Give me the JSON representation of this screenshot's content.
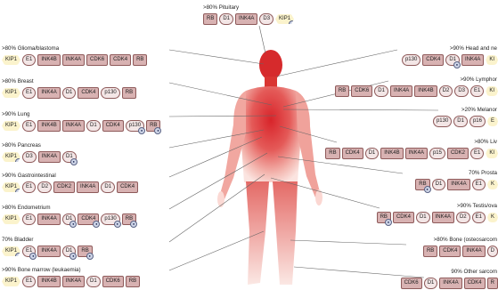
{
  "groups": [
    {
      "id": "pituitary",
      "label": ">80% Pituitary",
      "side": "top",
      "items": [
        {
          "t": "RB",
          "s": "sq"
        },
        {
          "t": "D1",
          "s": "oval"
        },
        {
          "t": "INK4A",
          "s": "sq"
        },
        {
          "t": "D3",
          "s": "oval"
        },
        {
          "t": "KIP1",
          "s": "hex",
          "m": true
        }
      ]
    },
    {
      "id": "glioma",
      "label": ">80% Glioma/blastoma",
      "side": "left",
      "items": [
        {
          "t": "KIP1",
          "s": "hex"
        },
        {
          "t": "E1",
          "s": "oval"
        },
        {
          "t": "INK4B",
          "s": "sq"
        },
        {
          "t": "INK4A",
          "s": "sq"
        },
        {
          "t": "CDK6",
          "s": "sq"
        },
        {
          "t": "CDK4",
          "s": "sq"
        },
        {
          "t": "RB",
          "s": "sq"
        }
      ]
    },
    {
      "id": "breast",
      "label": ">80% Breast",
      "side": "left",
      "items": [
        {
          "t": "KIP1",
          "s": "hex"
        },
        {
          "t": "E1",
          "s": "oval"
        },
        {
          "t": "INK4A",
          "s": "sq"
        },
        {
          "t": "D1",
          "s": "oval"
        },
        {
          "t": "CDK4",
          "s": "sq"
        },
        {
          "t": "p130",
          "s": "oval"
        },
        {
          "t": "RB",
          "s": "sq"
        }
      ]
    },
    {
      "id": "lung",
      "label": ">90% Lung",
      "side": "left",
      "items": [
        {
          "t": "KIP1",
          "s": "hex"
        },
        {
          "t": "E1",
          "s": "oval"
        },
        {
          "t": "INK4B",
          "s": "sq"
        },
        {
          "t": "INK4A",
          "s": "sq"
        },
        {
          "t": "D1",
          "s": "oval"
        },
        {
          "t": "CDK4",
          "s": "sq"
        },
        {
          "t": "p130",
          "s": "oval",
          "m": true
        },
        {
          "t": "RB",
          "s": "sq",
          "m": true
        }
      ]
    },
    {
      "id": "pancreas",
      "label": ">80% Pancreas",
      "side": "left",
      "items": [
        {
          "t": "KIP1",
          "s": "hex",
          "m": true
        },
        {
          "t": "D3",
          "s": "oval"
        },
        {
          "t": "INK4A",
          "s": "sq"
        },
        {
          "t": "D1",
          "s": "oval",
          "m": true
        }
      ]
    },
    {
      "id": "gi",
      "label": ">90% Gastrointestinal",
      "side": "left",
      "items": [
        {
          "t": "KIP1",
          "s": "hex",
          "m": true
        },
        {
          "t": "E1",
          "s": "oval"
        },
        {
          "t": "D2",
          "s": "oval"
        },
        {
          "t": "CDK2",
          "s": "sq"
        },
        {
          "t": "INK4A",
          "s": "sq"
        },
        {
          "t": "D1",
          "s": "oval"
        },
        {
          "t": "CDK4",
          "s": "sq"
        }
      ]
    },
    {
      "id": "endometrium",
      "label": ">80% Endometrium",
      "side": "left",
      "items": [
        {
          "t": "KIP1",
          "s": "hex"
        },
        {
          "t": "E1",
          "s": "oval"
        },
        {
          "t": "INK4A",
          "s": "sq"
        },
        {
          "t": "D1",
          "s": "oval",
          "m": true
        },
        {
          "t": "CDK4",
          "s": "sq",
          "m": true
        },
        {
          "t": "p130",
          "s": "oval",
          "m": true
        },
        {
          "t": "RB",
          "s": "sq",
          "m": true
        }
      ]
    },
    {
      "id": "bladder",
      "label": "70% Bladder",
      "side": "left",
      "items": [
        {
          "t": "KIP1",
          "s": "hex",
          "m": true
        },
        {
          "t": "E1",
          "s": "oval",
          "m": true
        },
        {
          "t": "INK4A",
          "s": "sq"
        },
        {
          "t": "D1",
          "s": "oval",
          "m": true
        },
        {
          "t": "RB",
          "s": "sq",
          "m": true
        }
      ]
    },
    {
      "id": "marrow",
      "label": ">90% Bone marrow (leukaemia)",
      "side": "left",
      "items": [
        {
          "t": "KIP1",
          "s": "hex"
        },
        {
          "t": "E1",
          "s": "oval"
        },
        {
          "t": "INK4B",
          "s": "sq"
        },
        {
          "t": "INK4A",
          "s": "sq"
        },
        {
          "t": "D1",
          "s": "oval"
        },
        {
          "t": "CDK6",
          "s": "sq"
        },
        {
          "t": "RB",
          "s": "sq"
        }
      ]
    },
    {
      "id": "headneck",
      "label": ">90% Head and ne",
      "side": "right",
      "items": [
        {
          "t": "p130",
          "s": "oval"
        },
        {
          "t": "CDK4",
          "s": "sq"
        },
        {
          "t": "D1",
          "s": "oval",
          "m": true
        },
        {
          "t": "INK4A",
          "s": "sq"
        },
        {
          "t": "KI",
          "s": "hex"
        }
      ]
    },
    {
      "id": "lymph",
      "label": ">90% Lymphor",
      "side": "right",
      "items": [
        {
          "t": "RB",
          "s": "sq"
        },
        {
          "t": "CDK6",
          "s": "sq"
        },
        {
          "t": "D1",
          "s": "oval"
        },
        {
          "t": "INK4A",
          "s": "sq"
        },
        {
          "t": "INK4B",
          "s": "sq"
        },
        {
          "t": "D2",
          "s": "oval"
        },
        {
          "t": "D3",
          "s": "oval"
        },
        {
          "t": "E1",
          "s": "oval"
        },
        {
          "t": "KI",
          "s": "hex"
        }
      ]
    },
    {
      "id": "melanoma",
      "label": ">20% Melanor",
      "side": "right",
      "items": [
        {
          "t": "p130",
          "s": "oval"
        },
        {
          "t": "D1",
          "s": "oval"
        },
        {
          "t": "p16",
          "s": "oval"
        },
        {
          "t": "E",
          "s": "hex"
        }
      ]
    },
    {
      "id": "liver",
      "label": ">80% Liv",
      "side": "right",
      "items": [
        {
          "t": "RB",
          "s": "sq"
        },
        {
          "t": "CDK4",
          "s": "sq"
        },
        {
          "t": "D1",
          "s": "oval"
        },
        {
          "t": "INK4B",
          "s": "sq"
        },
        {
          "t": "INK4A",
          "s": "sq"
        },
        {
          "t": "p15",
          "s": "oval"
        },
        {
          "t": "CDK2",
          "s": "sq"
        },
        {
          "t": "E1",
          "s": "oval"
        },
        {
          "t": "KI",
          "s": "hex"
        }
      ]
    },
    {
      "id": "prostate",
      "label": "70% Prosta",
      "side": "right",
      "items": [
        {
          "t": "RB",
          "s": "sq",
          "m": true
        },
        {
          "t": "D1",
          "s": "oval"
        },
        {
          "t": "INK4A",
          "s": "sq"
        },
        {
          "t": "E1",
          "s": "oval"
        },
        {
          "t": "K",
          "s": "hex"
        }
      ]
    },
    {
      "id": "testis",
      "label": ">90% Testis/ova",
      "side": "right",
      "items": [
        {
          "t": "RB",
          "s": "sq",
          "m": true
        },
        {
          "t": "CDK4",
          "s": "sq"
        },
        {
          "t": "D1",
          "s": "oval"
        },
        {
          "t": "INK4A",
          "s": "sq"
        },
        {
          "t": "D2",
          "s": "oval"
        },
        {
          "t": "E1",
          "s": "oval"
        },
        {
          "t": "K",
          "s": "hex"
        }
      ]
    },
    {
      "id": "bone",
      "label": ">80% Bone (osteosarcom",
      "side": "right",
      "items": [
        {
          "t": "RB",
          "s": "sq"
        },
        {
          "t": "CDK4",
          "s": "sq"
        },
        {
          "t": "INK4A",
          "s": "sq"
        },
        {
          "t": "D",
          "s": "oval"
        }
      ]
    },
    {
      "id": "sarcoma",
      "label": "90% Other sarcom",
      "side": "right",
      "items": [
        {
          "t": "CDK6",
          "s": "sq"
        },
        {
          "t": "D1",
          "s": "oval"
        },
        {
          "t": "INK4A",
          "s": "sq"
        },
        {
          "t": "CDK4",
          "s": "sq"
        },
        {
          "t": "R",
          "s": "sq"
        }
      ]
    }
  ]
}
